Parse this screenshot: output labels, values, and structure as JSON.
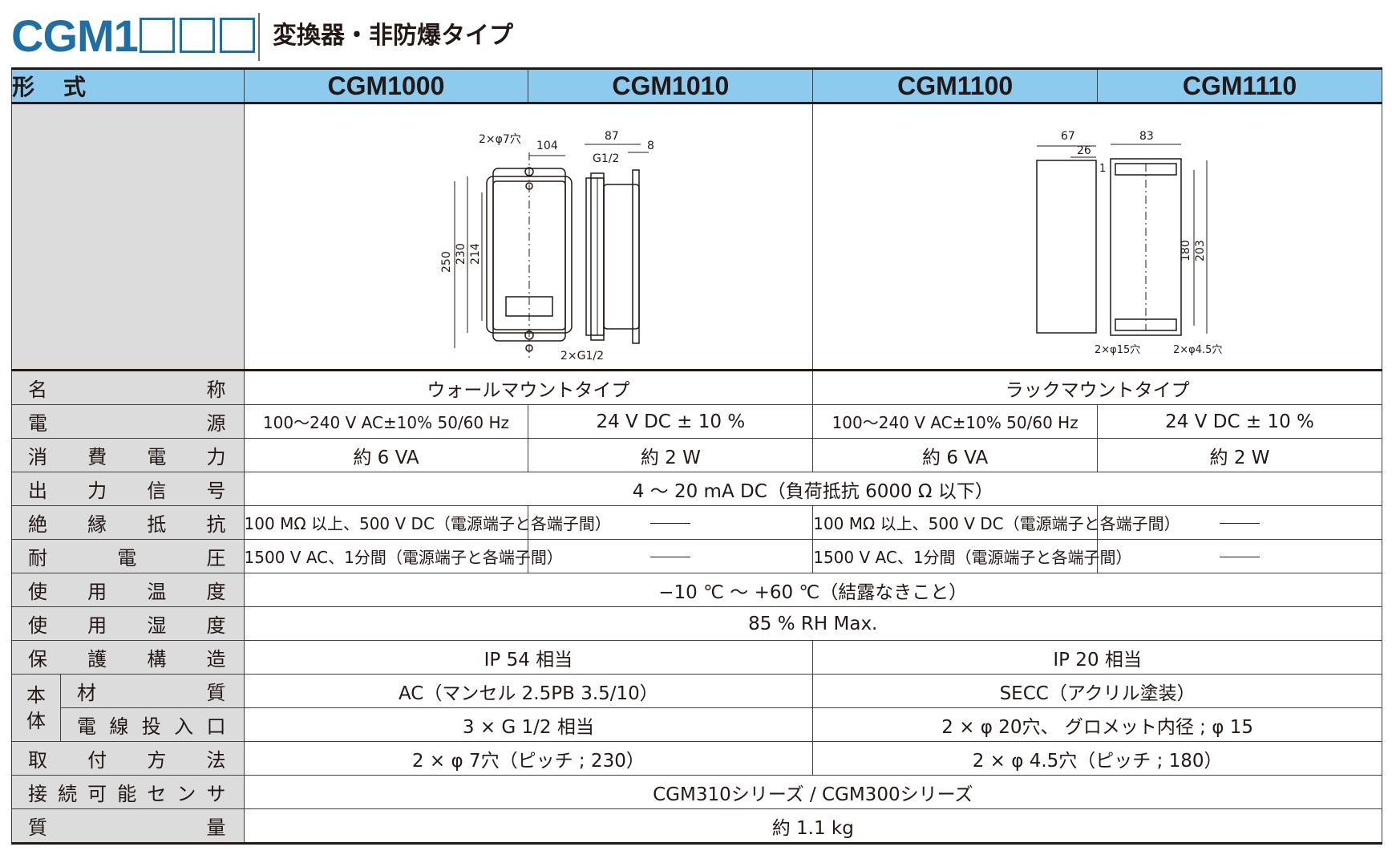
{
  "title": {
    "model": "CGM1",
    "subtitle": "変換器・非防爆タイプ"
  },
  "header": {
    "label": "形式",
    "models": [
      "CGM1000",
      "CGM1010",
      "CGM1100",
      "CGM1110"
    ]
  },
  "drawings": {
    "wall": {
      "hole_note": "2×φ7穴",
      "w104": "104",
      "w87": "87",
      "w8": "8",
      "g12": "G1/2",
      "h250": "250",
      "h230": "230",
      "h214": "214",
      "bottom_note": "2×G1/2"
    },
    "rack": {
      "w67": "67",
      "w26": "26",
      "w1": "1",
      "w83": "83",
      "h180": "180",
      "h203": "203",
      "note15": "2×φ15穴",
      "note45": "2×φ4.5穴"
    }
  },
  "rows": {
    "name": {
      "label": "名称",
      "wall": "ウォールマウントタイプ",
      "rack": "ラックマウントタイプ"
    },
    "power": {
      "label": "電源",
      "ac": "100～240 V AC±10% 50/60 Hz",
      "dc": "24 V DC ± 10 %"
    },
    "consumption": {
      "label": "消費電力",
      "ac": "約 6 VA",
      "dc": "約 2 W"
    },
    "output": {
      "label": "出力信号",
      "value": "4 ～ 20 mA DC（負荷抵抗 6000 Ω 以下）"
    },
    "insulation": {
      "label": "絶縁抵抗",
      "value": "100 MΩ 以上、500 V DC（電源端子と各端子間）"
    },
    "withstand": {
      "label": "耐電圧",
      "value": "1500 V AC、1分間（電源端子と各端子間）"
    },
    "temperature": {
      "label": "使用温度",
      "value": "−10 ℃ ～ +60 ℃（結露なきこと）"
    },
    "humidity": {
      "label": "使用湿度",
      "value": "85 % RH Max."
    },
    "protection": {
      "label": "保護構造",
      "wall": "IP 54 相当",
      "rack": "IP 20 相当"
    },
    "body": {
      "label": "本体"
    },
    "material": {
      "label": "材質",
      "wall": "AC（マンセル 2.5PB 3.5/10）",
      "rack": "SECC（アクリル塗装）"
    },
    "cable": {
      "label": "電線投入口",
      "wall": "3 × G 1/2 相当",
      "rack": "2 × φ 20穴、 グロメット内径 ; φ 15"
    },
    "mounting": {
      "label": "取付方法",
      "wall": "2 × φ 7穴（ピッチ ; 230）",
      "rack": "2 × φ 4.5穴（ピッチ ; 180）"
    },
    "sensors": {
      "label": "接続可能センサ",
      "value": "CGM310シリーズ / CGM300シリーズ"
    },
    "mass": {
      "label": "質量",
      "value": "約 1.1 kg"
    }
  }
}
